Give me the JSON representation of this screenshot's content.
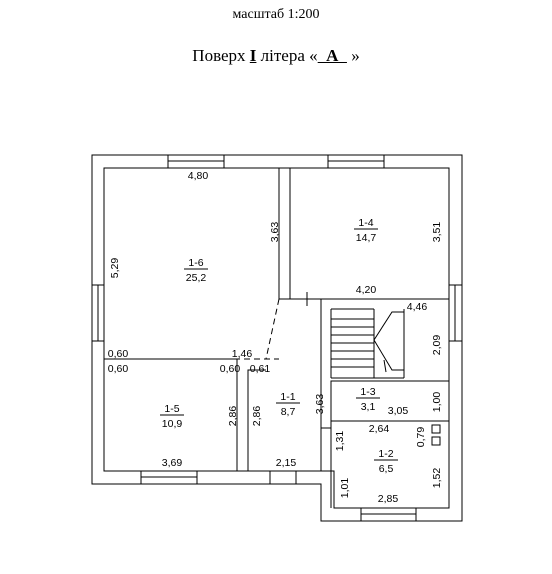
{
  "header": {
    "scale_label": "масштаб 1:200",
    "floor_prefix": "Поверх",
    "floor_number": "I",
    "litera_label": "літера «",
    "litera_value": "  А  ",
    "litera_close": "»"
  },
  "rooms": [
    {
      "id": "1-6",
      "area": "25,2"
    },
    {
      "id": "1-4",
      "area": "14,7"
    },
    {
      "id": "1-5",
      "area": "10,9"
    },
    {
      "id": "1-1",
      "area": "8,7"
    },
    {
      "id": "1-3",
      "area": "3,1"
    },
    {
      "id": "1-2",
      "area": "6,5"
    }
  ],
  "dimensions": {
    "d480": "4,80",
    "d529": "5,29",
    "d363a": "3,63",
    "d351": "3,51",
    "d420": "4,20",
    "d446": "4,46",
    "d209": "2,09",
    "d060a": "0,60",
    "d146": "1,46",
    "d060b": "0,60",
    "d060c": "0,60",
    "d061": "0,61",
    "d286a": "2,86",
    "d286b": "2,86",
    "d369": "3,69",
    "d215": "2,15",
    "d363b": "3,63",
    "d305": "3,05",
    "d100": "1,00",
    "d264": "2,64",
    "d131": "1,31",
    "d079": "0,79",
    "d152": "1,52",
    "d101": "1,01",
    "d285": "2,85"
  }
}
